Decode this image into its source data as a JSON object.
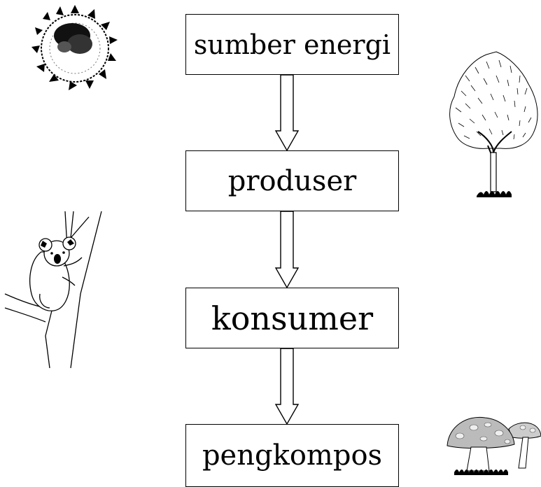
{
  "flow": {
    "steps": [
      {
        "label": "sumber energi",
        "icon": "sun-icon"
      },
      {
        "label": "produser",
        "icon": "tree-icon"
      },
      {
        "label": "konsumer",
        "icon": "koala-icon"
      },
      {
        "label": "pengkompos",
        "icon": "mushroom-icon"
      }
    ]
  },
  "colors": {
    "line": "#000000",
    "background": "#ffffff"
  }
}
